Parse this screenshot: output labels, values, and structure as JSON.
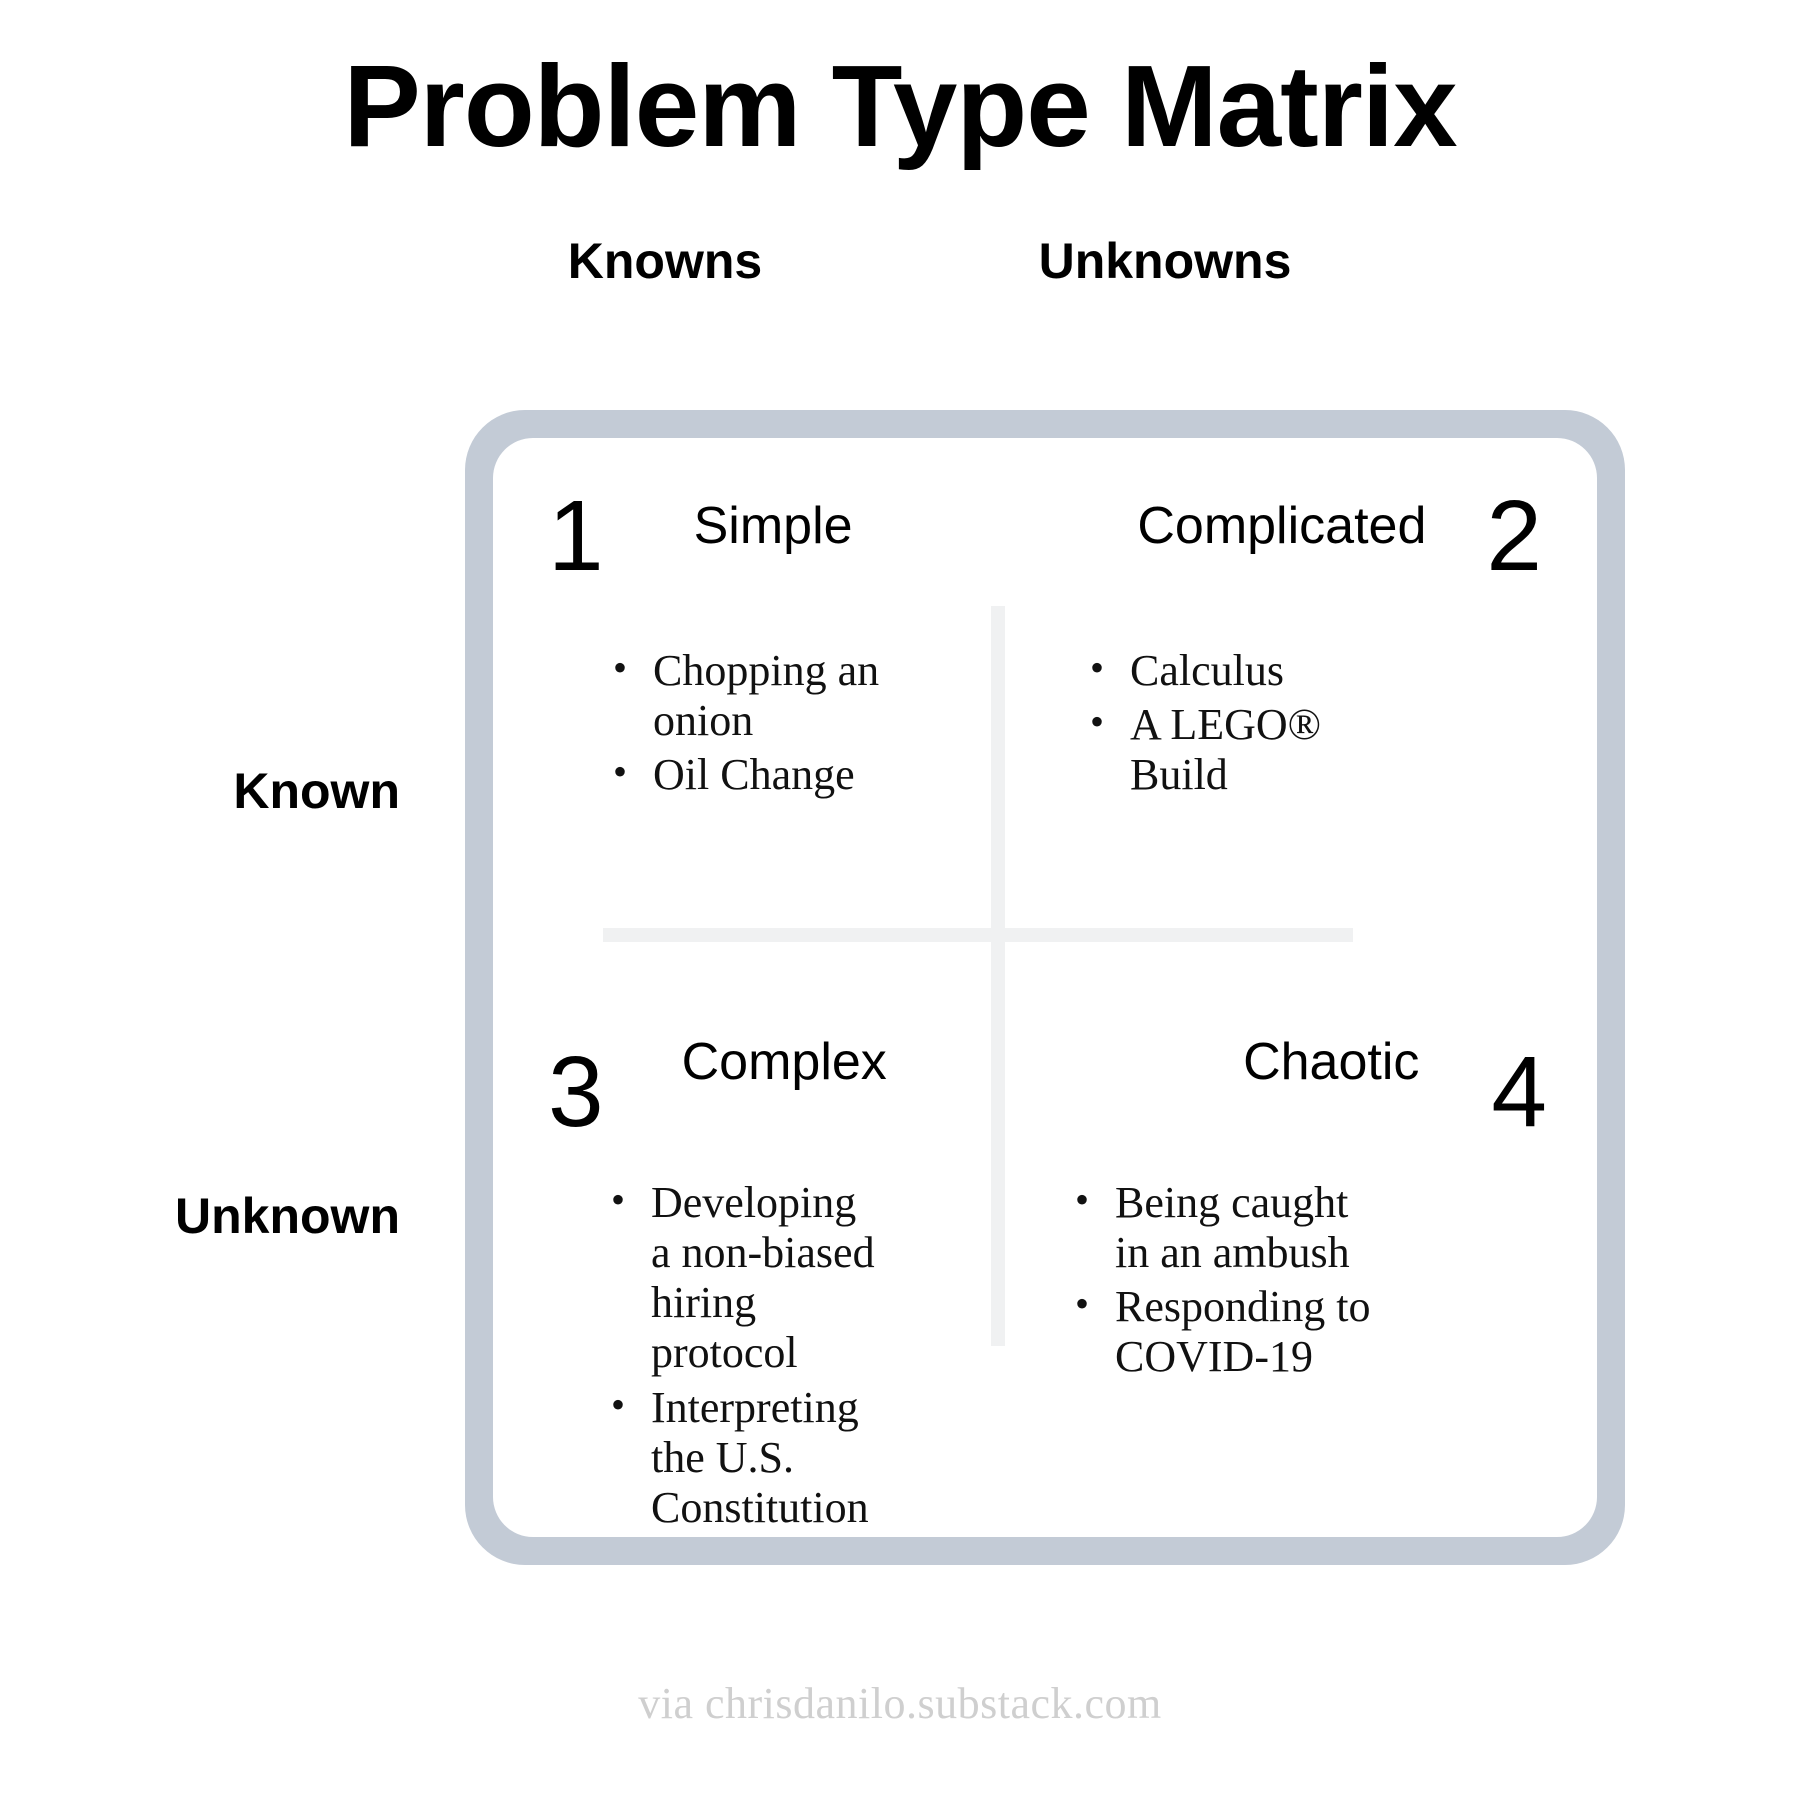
{
  "title": "Problem Type Matrix",
  "columns": [
    {
      "label": "Knowns"
    },
    {
      "label": "Unknowns"
    }
  ],
  "rows": [
    {
      "label": "Known"
    },
    {
      "label": "Unknown"
    }
  ],
  "quadrants": [
    {
      "number": "1",
      "title": "Simple",
      "items": [
        "Chopping an onion",
        "Oil Change"
      ]
    },
    {
      "number": "2",
      "title": "Complicated",
      "items": [
        "Calculus",
        "A LEGO® Build"
      ]
    },
    {
      "number": "3",
      "title": "Complex",
      "items": [
        "Developing a non-biased hiring protocol",
        "Interpreting the U.S. Constitution"
      ]
    },
    {
      "number": "4",
      "title": "Chaotic",
      "items": [
        "Being caught in an ambush",
        "Responding to COVID-19"
      ]
    }
  ],
  "footer": {
    "credit": "via  chrisdanilo.substack.com"
  },
  "colors": {
    "frame": "#c3cbd6",
    "divider": "#f0f1f2",
    "text": "#000000",
    "footer_text": "#cfcfcf",
    "background": "#ffffff"
  }
}
